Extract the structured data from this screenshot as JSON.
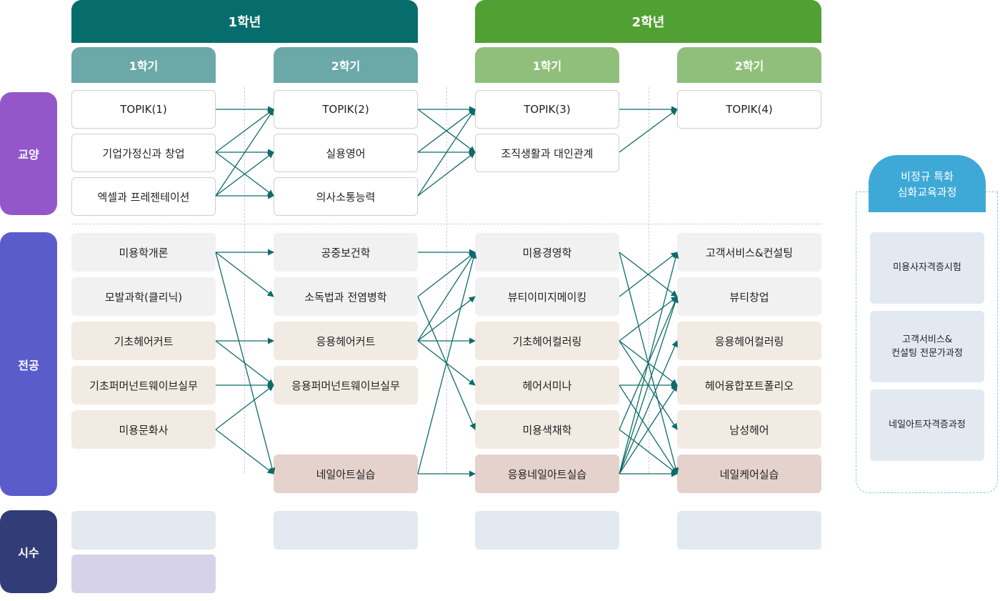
{
  "years": [
    {
      "label": "1학년",
      "semesters": [
        "1학기",
        "2학기"
      ]
    },
    {
      "label": "2학년",
      "semesters": [
        "1학기",
        "2학기"
      ]
    }
  ],
  "categories": {
    "gyoyang": "교양",
    "jeongong": "전공",
    "sisu": "시수"
  },
  "gyoyang": {
    "y1s1": [
      "TOPIK(1)",
      "기업가정신과 창업",
      "엑셀과 프레젠테이션"
    ],
    "y1s2": [
      "TOPIK(2)",
      "실용영어",
      "의사소통능력"
    ],
    "y2s1": [
      "TOPIK(3)",
      "조직생활과 대인관계"
    ],
    "y2s2": [
      "TOPIK(4)"
    ]
  },
  "jeongong": {
    "y1s1": [
      "미용학개론",
      "모발과학(클리닉)",
      "기초헤어커트",
      "기초퍼머넌트웨이브실무",
      "미용문화사"
    ],
    "y1s2": [
      "공중보건학",
      "소독법과 전염병학",
      "응용헤어커트",
      "응용퍼머넌트웨이브실무",
      "네일아트실습"
    ],
    "y2s1": [
      "미용경영학",
      "뷰티이미지메이킹",
      "기초헤어컬러링",
      "헤어서미나",
      "미용색채학",
      "응용네일아트실습"
    ],
    "y2s2": [
      "고객서비스&컨설팅",
      "뷰티창업",
      "응용헤어컬러링",
      "헤어융합포트폴리오",
      "남성헤어",
      "네일케어실습"
    ]
  },
  "side": {
    "title_line1": "비정규 특화",
    "title_line2": "심화교육과정",
    "items": [
      {
        "line1": "미용사자격증시험",
        "line2": ""
      },
      {
        "line1": "고객서비스&",
        "line2": "컨설팅 전문가과정"
      },
      {
        "line1": "네일아트자격증과정",
        "line2": ""
      }
    ]
  },
  "colors": {
    "year1": "#076d6c",
    "year2": "#50a033",
    "sem_teal": "#6ba8a8",
    "sem_green": "#8fbf7a",
    "gyoyang": "#9357c9",
    "jeongong": "#5b5ccb",
    "sisu": "#323c77",
    "side_title": "#3ea9d6",
    "arrow": "#0f6b6b"
  }
}
